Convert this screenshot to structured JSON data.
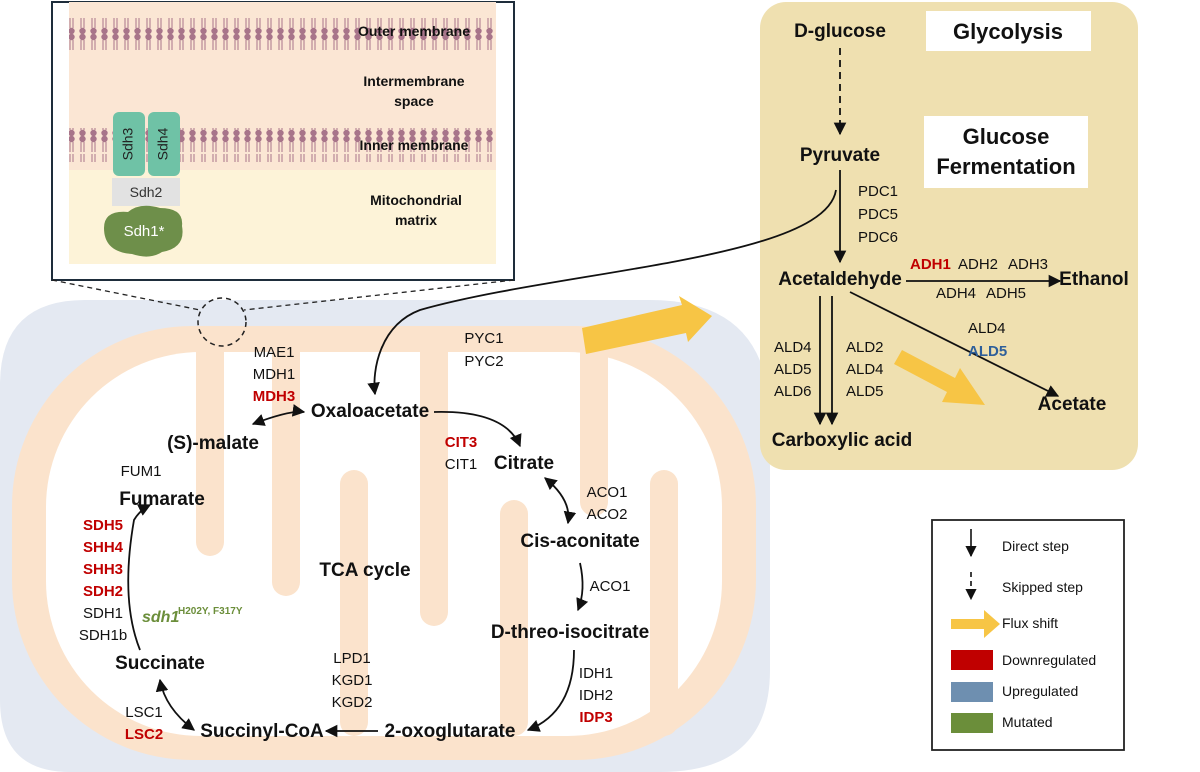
{
  "colors": {
    "downregulated": "#c00000",
    "upregulated": "#6e8fb0",
    "mutated": "#6b8e3a",
    "flux_shift": "#f7c545",
    "cytosol_panel": "#efe0b0",
    "mito_outer": "#e4e9f2",
    "mito_inner": "#fbe3cc"
  },
  "inset": {
    "outer_membrane": "Outer membrane",
    "intermembrane_1": "Intermembrane",
    "intermembrane_2": "space",
    "inner_membrane": "Inner membrane",
    "matrix_1": "Mitochondrial",
    "matrix_2": "matrix",
    "sdh3": "Sdh3",
    "sdh4": "Sdh4",
    "sdh2": "Sdh2",
    "sdh1": "Sdh1*"
  },
  "cytosol": {
    "d_glucose": "D-glucose",
    "glycolysis": "Glycolysis",
    "glucose_fermentation_1": "Glucose",
    "glucose_fermentation_2": "Fermentation",
    "pyruvate": "Pyruvate",
    "pdc": [
      "PDC1",
      "PDC5",
      "PDC6"
    ],
    "acetaldehyde": "Acetaldehyde",
    "adh1": "ADH1",
    "adh2": "ADH2",
    "adh3": "ADH3",
    "adh4": "ADH4",
    "adh5": "ADH5",
    "ethanol": "Ethanol",
    "ald_a": [
      "ALD4",
      "ALD5",
      "ALD6"
    ],
    "ald_b": [
      "ALD2",
      "ALD4",
      "ALD5"
    ],
    "ald4": "ALD4",
    "ald5": "ALD5",
    "acetate": "Acetate",
    "carboxylic_acid": "Carboxylic acid"
  },
  "tca": {
    "title": "TCA cycle",
    "oxaloacetate": "Oxaloacetate",
    "citrate": "Citrate",
    "cis_aconitate": "Cis-aconitate",
    "isocitrate": "D-threo-isocitrate",
    "oxoglutarate": "2-oxoglutarate",
    "succinyl_coa": "Succinyl-CoA",
    "succinate": "Succinate",
    "fumarate": "Fumarate",
    "malate": "(S)-malate",
    "pyc": [
      "PYC1",
      "PYC2"
    ],
    "mae1": "MAE1",
    "mdh1": "MDH1",
    "mdh3": "MDH3",
    "cit3": "CIT3",
    "cit1": "CIT1",
    "aco_a": [
      "ACO1",
      "ACO2"
    ],
    "aco1": "ACO1",
    "idh1": "IDH1",
    "idh2": "IDH2",
    "idp3": "IDP3",
    "kgd": [
      "LPD1",
      "KGD1",
      "KGD2"
    ],
    "lsc1": "LSC1",
    "lsc2": "LSC2",
    "sdh_down": [
      "SDH5",
      "SHH4",
      "SHH3",
      "SDH2"
    ],
    "sdh_other": [
      "SDH1",
      "SDH1b"
    ],
    "sdh1_mut": "sdh1",
    "sdh1_mut_sup": "H202Y, F317Y",
    "fum1": "FUM1"
  },
  "legend": {
    "direct": "Direct step",
    "skipped": "Skipped step",
    "flux": "Flux shift",
    "down": "Downregulated",
    "up": "Upregulated",
    "mutated": "Mutated"
  }
}
